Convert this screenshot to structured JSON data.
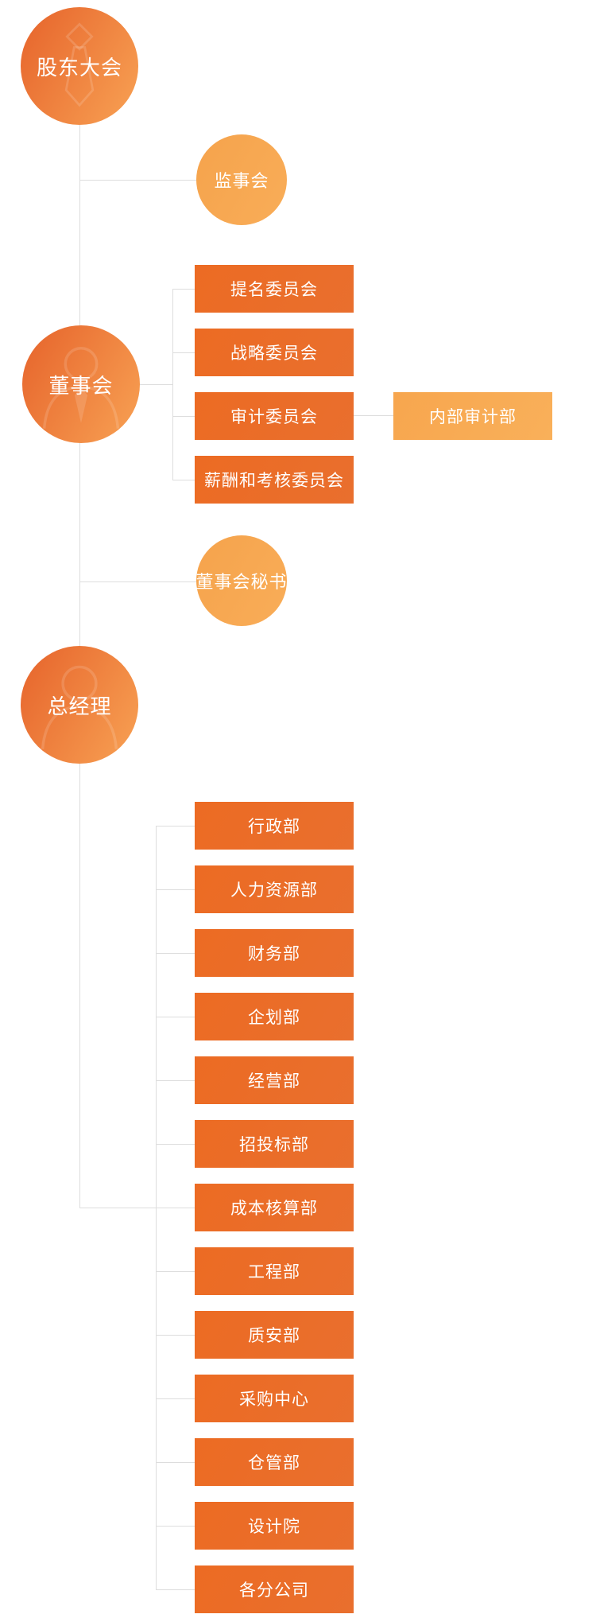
{
  "nodes": {
    "shareholders_meeting": "股东大会",
    "supervisory_board": "监事会",
    "board_of_directors": "董事会",
    "committees": [
      "提名委员会",
      "战略委员会",
      "审计委员会",
      "薪酬和考核委员会"
    ],
    "internal_audit_dept": "内部审计部",
    "board_secretary": "董事会秘书",
    "general_manager": "总经理",
    "departments": [
      "行政部",
      "人力资源部",
      "财务部",
      "企划部",
      "经营部",
      "招投标部",
      "成本核算部",
      "工程部",
      "质安部",
      "采购中心",
      "仓管部",
      "设计院",
      "各分公司"
    ]
  },
  "icons": {
    "shareholders_meeting": "tie-icon",
    "board_of_directors": "person-tie-icon",
    "general_manager": "person-icon"
  },
  "colors": {
    "circle_gradient_start": "#E6632B",
    "circle_gradient_end": "#F8A254",
    "light_circle_start": "#F5A34C",
    "light_circle_end": "#F9AD58",
    "box_gradient_start": "#EC6B23",
    "box_gradient_end": "#E96F2E",
    "light_box_start": "#F7A64E",
    "light_box_end": "#F9B05A",
    "connector_line": "#DDDDDD",
    "node_text": "#FFFFFF"
  }
}
